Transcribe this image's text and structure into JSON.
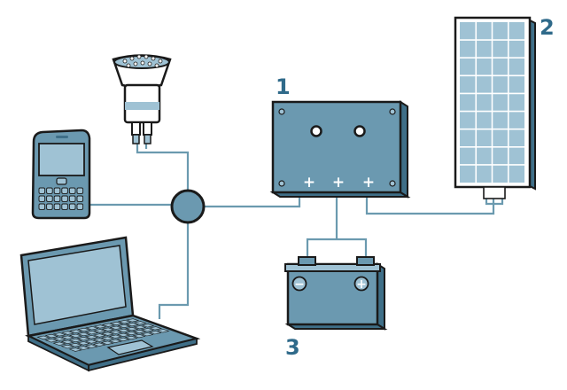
{
  "colors": {
    "device_fill": "#6b99b0",
    "device_light": "#9fc2d4",
    "device_dark": "#3f6f88",
    "outline": "#1a1a1a",
    "label": "#2f6a8a",
    "wire": "#6b9aaf"
  },
  "components": {
    "controller": {
      "label": "1",
      "terminals": [
        "+",
        "+",
        "+"
      ],
      "icon": "charge-controller-icon"
    },
    "solar_panel": {
      "label": "2",
      "icon": "solar-panel-icon"
    },
    "battery": {
      "label": "3",
      "negative": "−",
      "positive": "+",
      "icon": "battery-icon"
    },
    "lamp": {
      "icon": "lightbulb-icon"
    },
    "phone": {
      "icon": "smartphone-icon"
    },
    "laptop": {
      "icon": "laptop-icon"
    },
    "hub": {
      "icon": "junction-hub-icon"
    }
  }
}
